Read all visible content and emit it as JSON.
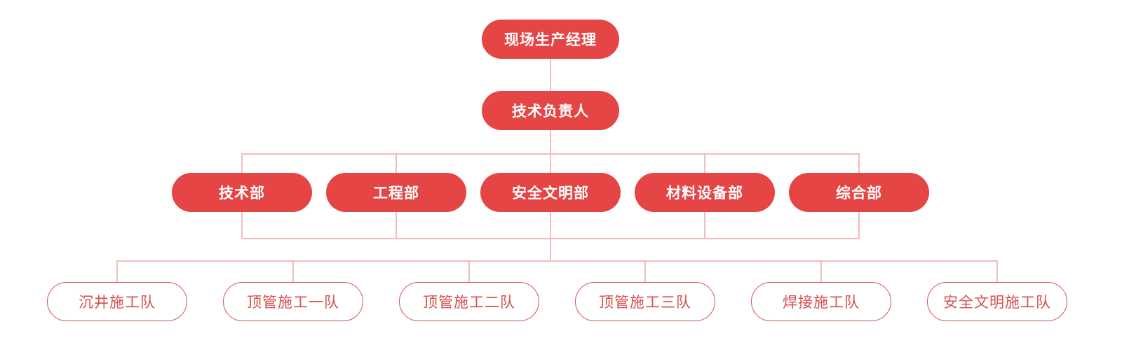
{
  "diagram": {
    "type": "org-chart",
    "description": "Construction site project organization chart",
    "colors": {
      "node_fill": "#e54544",
      "node_text_filled": "#ffffff",
      "outline_border": "#d05551",
      "outline_text": "#d6504d",
      "connector": "#f2bcba",
      "background": "#ffffff"
    },
    "levels": [
      {
        "name": "level-1-site-production-manager",
        "nodes": [
          {
            "label": "现场生产经理",
            "style": "filled"
          }
        ]
      },
      {
        "name": "level-2-technical-director",
        "nodes": [
          {
            "label": "技术负责人",
            "style": "filled"
          }
        ]
      },
      {
        "name": "level-3-departments",
        "nodes": [
          {
            "label": "技术部",
            "style": "filled"
          },
          {
            "label": "工程部",
            "style": "filled"
          },
          {
            "label": "安全文明部",
            "style": "filled"
          },
          {
            "label": "材料设备部",
            "style": "filled"
          },
          {
            "label": "综合部",
            "style": "filled"
          }
        ]
      },
      {
        "name": "level-4-construction-teams",
        "nodes": [
          {
            "label": "沉井施工队",
            "style": "outlined"
          },
          {
            "label": "顶管施工一队",
            "style": "outlined"
          },
          {
            "label": "顶管施工二队",
            "style": "outlined"
          },
          {
            "label": "顶管施工三队",
            "style": "outlined"
          },
          {
            "label": "焊接施工队",
            "style": "outlined"
          },
          {
            "label": "安全文明施工队",
            "style": "outlined"
          }
        ]
      }
    ]
  }
}
